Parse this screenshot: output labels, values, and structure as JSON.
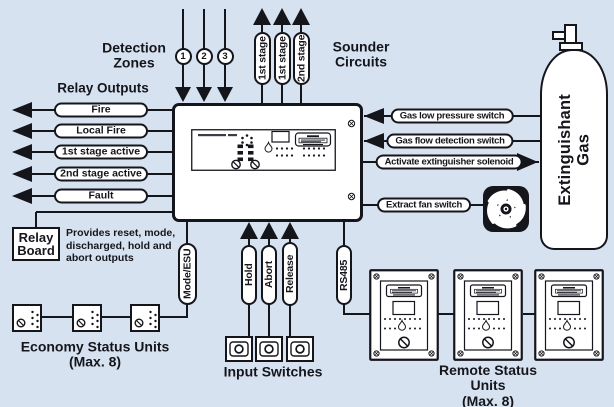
{
  "colors": {
    "background": "#d7e2f0",
    "line": "#15161c",
    "shape_fill": "#ffffff"
  },
  "detection_zones": {
    "heading": "Detection\nZones",
    "zones": [
      "1",
      "2",
      "3"
    ]
  },
  "sounder_circuits": {
    "heading": "Sounder\nCircuits",
    "circuits": [
      "1st stage",
      "1st stage",
      "2nd stage"
    ]
  },
  "relay_outputs": {
    "heading": "Relay Outputs",
    "outputs": [
      "Fire",
      "Local Fire",
      "1st stage active",
      "2nd stage active",
      "Fault"
    ]
  },
  "relay_board": {
    "name": "Relay\nBoard",
    "description": "Provides reset, mode,\ndischarged, hold and\nabort outputs"
  },
  "gas_cylinder": {
    "label": "Extinguishant\nGas"
  },
  "gas_connections": {
    "low_pressure": "Gas low pressure switch",
    "flow_detection": "Gas flow detection switch",
    "solenoid": "Activate extinguisher solenoid",
    "extract_fan": "Extract fan switch"
  },
  "bus_labels": {
    "mode_esu": "Mode/ESU",
    "rs485": "RS485"
  },
  "input_switches": {
    "heading": "Input Switches",
    "switches": [
      "Hold",
      "Abort",
      "Release"
    ]
  },
  "economy_status_units": {
    "heading": "Economy Status Units\n(Max. 8)"
  },
  "remote_status_units": {
    "heading": "Remote Status Units\n(Max. 8)"
  }
}
